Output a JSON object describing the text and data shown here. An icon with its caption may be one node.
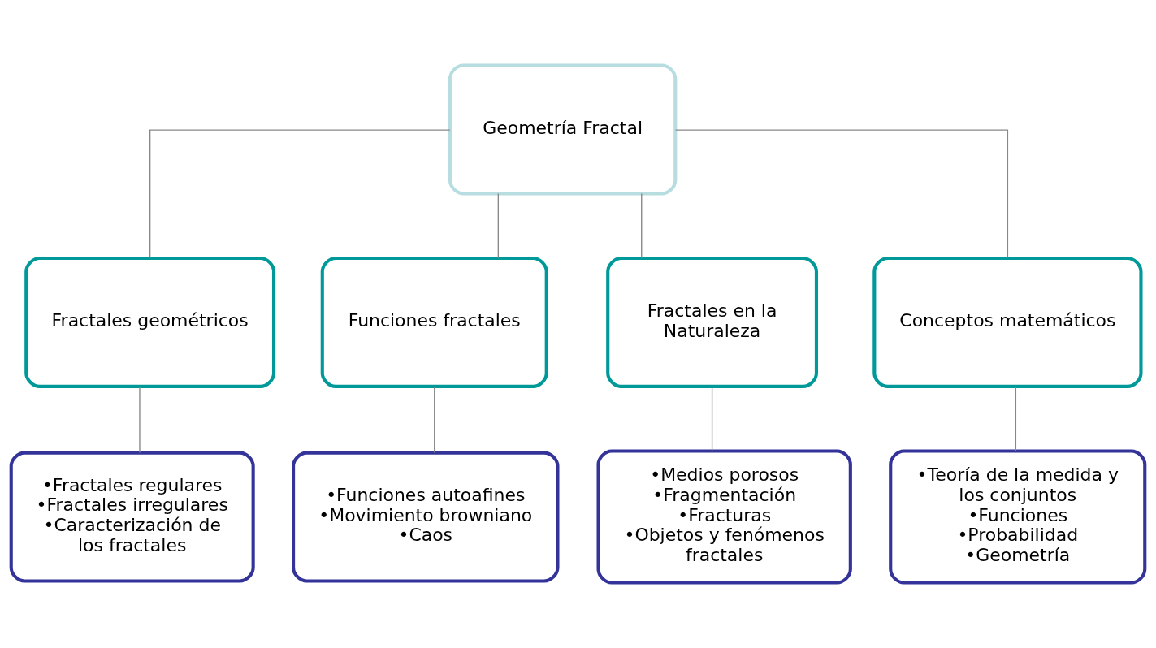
{
  "diagram": {
    "nodes": [
      {
        "text": [
          "Geometría Fractal"
        ]
      },
      {
        "text": [
          "Fractales geométricos"
        ]
      },
      {
        "text": [
          "Funciones fractales"
        ]
      },
      {
        "text": [
          "Fractales en la Naturaleza"
        ]
      },
      {
        "text": [
          "Conceptos matemáticos"
        ]
      },
      {
        "text": [
          "•Fractales regulares",
          "•Fractales irregulares",
          "•Caracterización de los fractales"
        ]
      },
      {
        "text": [
          "•Funciones autoafines",
          "•Movimiento browniano",
          "•Caos"
        ]
      },
      {
        "text": [
          "•Medios porosos",
          "•Fragmentación",
          "•Fracturas",
          "•Objetos y fenómenos fractales"
        ]
      },
      {
        "text": [
          "•Teoría de la medida y los conjuntos",
          "•Funciones",
          "•Probabilidad",
          "•Geometría"
        ]
      }
    ],
    "edges": [
      {
        "from": 0,
        "to": 1,
        "arrow": "none"
      },
      {
        "from": 0,
        "to": 2,
        "arrow": "none"
      },
      {
        "from": 0,
        "to": 3,
        "arrow": "none"
      },
      {
        "from": 0,
        "to": 4,
        "arrow": "none"
      },
      {
        "from": 1,
        "to": 5,
        "arrow": "none"
      },
      {
        "from": 2,
        "to": 6,
        "arrow": "none"
      },
      {
        "from": 3,
        "to": 7,
        "arrow": "none"
      },
      {
        "from": 4,
        "to": 8,
        "arrow": "none"
      }
    ]
  }
}
